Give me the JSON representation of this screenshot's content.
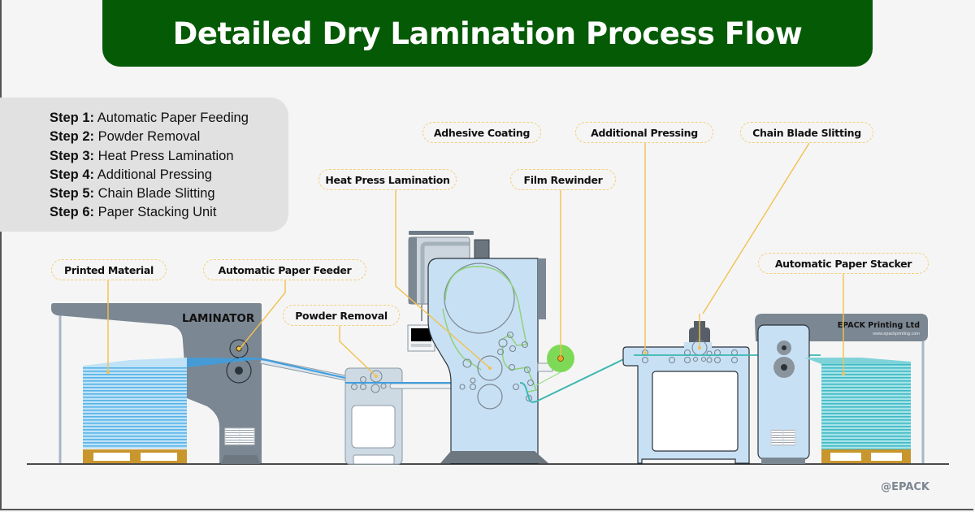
{
  "title": "Detailed Dry Lamination Process Flow",
  "steps": [
    {
      "label": "Step 1:",
      "text": "Automatic Paper Feeding"
    },
    {
      "label": "Step 2:",
      "text": "Powder Removal"
    },
    {
      "label": "Step 3:",
      "text": "Heat Press Lamination"
    },
    {
      "label": "Step 4:",
      "text": "Additional Pressing"
    },
    {
      "label": "Step 5:",
      "text": "Chain Blade Slitting"
    },
    {
      "label": "Step 6:",
      "text": "Paper Stacking Unit"
    }
  ],
  "callouts": {
    "printed_material": "Printed Material",
    "automatic_paper_feeder": "Automatic Paper Feeder",
    "powder_removal": "Powder Removal",
    "heat_press_lamination": "Heat Press Lamination",
    "adhesive_coating": "Adhesive Coating",
    "film_rewinder": "Film Rewinder",
    "additional_pressing": "Additional Pressing",
    "chain_blade_slitting": "Chain Blade Slitting",
    "automatic_paper_stacker": "Automatic Paper Stacker"
  },
  "machine_labels": {
    "laminator": "LAMINATOR",
    "stacker_brand": "EPACK Printing Ltd",
    "stacker_url": "www.epackprinting.com"
  },
  "watermark": "@EPACK",
  "colors": {
    "title_bg": "#055a05",
    "callout_line": "#f2c14e",
    "machine_gray": "#7a8791",
    "machine_blue": "#c8e0f4",
    "paper_blue": "#3d9fe0",
    "film_green": "#7ed957",
    "output_teal": "#3bb7b0",
    "pallet": "#c9962e"
  }
}
